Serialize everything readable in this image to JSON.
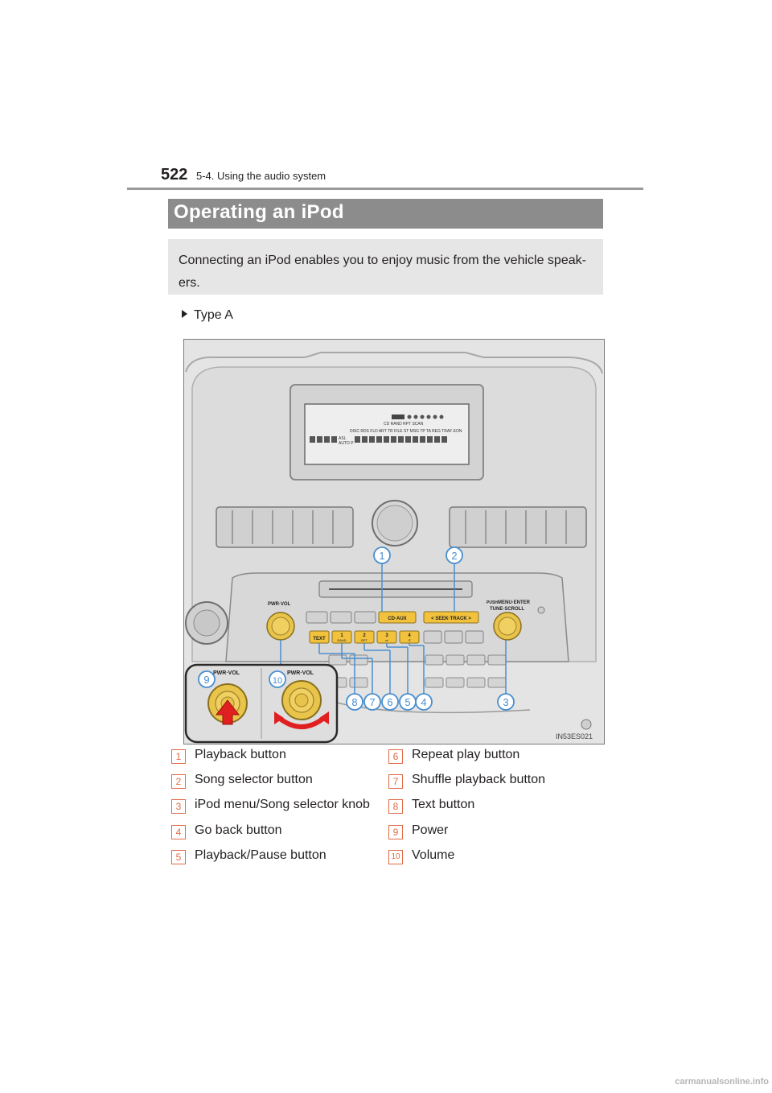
{
  "header": {
    "page_number": "522",
    "section": "5-4. Using the audio system"
  },
  "title": "Operating an iPod",
  "intro": "Connecting an iPod enables you to enjoy music from the vehicle speak-ers.",
  "type_label": "Type A",
  "figure": {
    "code": "IN53ES021",
    "labels": {
      "pwr_vol": "PWR·VOL",
      "menu_enter": "MENU·ENTER",
      "push": "PUSH",
      "tune_scroll": "TUNE·SCROLL",
      "cd_aux": "CD·AUX",
      "seek_track": "< SEEK·TRACK >",
      "text": "TEXT",
      "preset1_num": "1",
      "preset1_sub": "RAND",
      "preset2_num": "2",
      "preset2_sub": "RPT",
      "preset3_num": "3",
      "preset3_sub": "⏯",
      "preset4_num": "4",
      "preset4_sub": "↺",
      "display_line1": "CD RAND RPT SCAN",
      "display_line2": "DISC RDS FLD ART TR FILE ST MSG TP TA REG TRAF EON",
      "display_asl": "ASL",
      "display_auto": "AUTO P"
    },
    "callouts": [
      "1",
      "2",
      "3",
      "4",
      "5",
      "6",
      "7",
      "8",
      "9",
      "10"
    ]
  },
  "legend": [
    {
      "num": "1",
      "label": "Playback button"
    },
    {
      "num": "2",
      "label": "Song selector button"
    },
    {
      "num": "3",
      "label": "iPod menu/Song selector knob"
    },
    {
      "num": "4",
      "label": "Go back button"
    },
    {
      "num": "5",
      "label": "Playback/Pause button"
    },
    {
      "num": "6",
      "label": "Repeat play button"
    },
    {
      "num": "7",
      "label": "Shuffle playback button"
    },
    {
      "num": "8",
      "label": "Text button"
    },
    {
      "num": "9",
      "label": "Power"
    },
    {
      "num": "10",
      "label": "Volume"
    }
  ],
  "colors": {
    "callout": "#4a8fd0",
    "knob": "#e8c44a",
    "button": "#f2c23c",
    "arrow": "#e02020",
    "legend_num": "#e06a46"
  },
  "watermark": "carmanualsonline.info"
}
